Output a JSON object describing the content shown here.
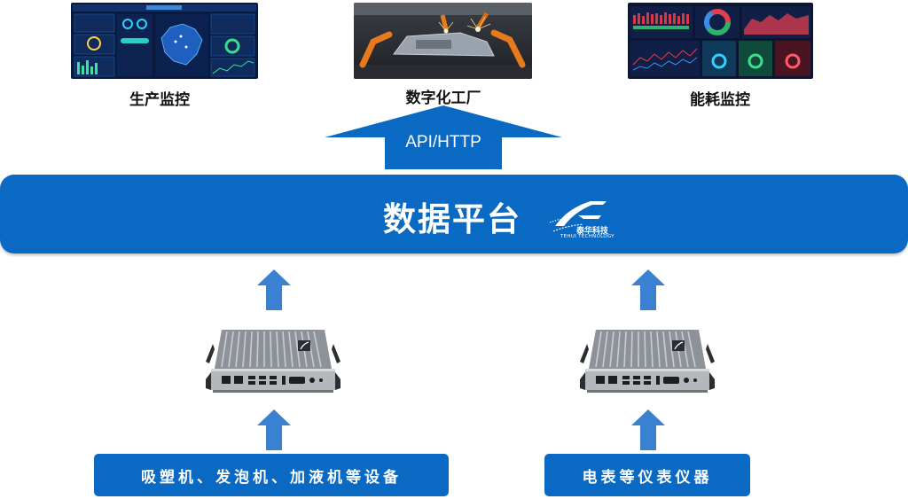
{
  "top_panels": [
    {
      "label": "生产监控"
    },
    {
      "label": "数字化工厂"
    },
    {
      "label": "能耗监控"
    }
  ],
  "api_arrow": {
    "label": "API/HTTP"
  },
  "platform": {
    "title": "数据平台",
    "logo_cn": "泰华科技",
    "logo_en": "TEHUI TECHNOLOGY"
  },
  "devices": [
    {
      "label": "吸塑机、发泡机、加液机等设备"
    },
    {
      "label": "电表等仪表仪器"
    }
  ],
  "colors": {
    "primary_blue": "#0969c3",
    "arrow_blue": "#3a82d1",
    "dashboard_bg": "#0a1a3c"
  }
}
